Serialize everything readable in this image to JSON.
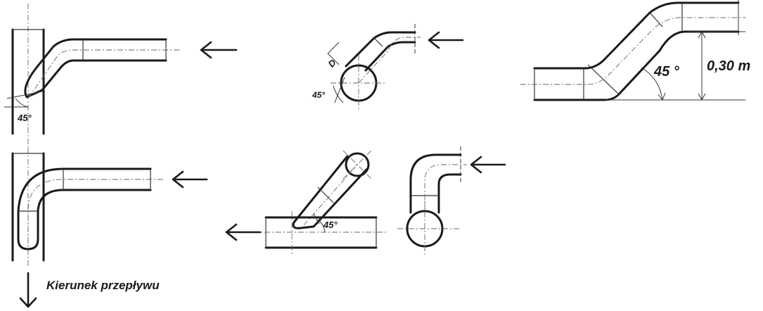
{
  "labels": {
    "angle_a": "45°",
    "diameter": "D",
    "angle_b": "45°",
    "angle_c": "45 °",
    "height": "0,30 m",
    "angle_d": "45°",
    "flow_direction": "Kierunek  przepływu"
  },
  "colors": {
    "line": "#1a1a1a",
    "centerline": "#666666",
    "background": "#ffffff"
  }
}
